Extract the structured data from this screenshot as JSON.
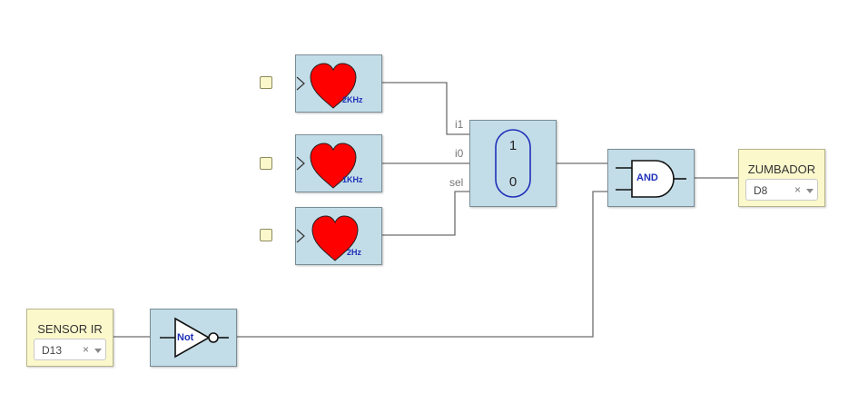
{
  "clock_blocks": [
    {
      "id": "clock-2khz",
      "label": "2KHz"
    },
    {
      "id": "clock-1khz",
      "label": "1KHz"
    },
    {
      "id": "clock-2hz",
      "label": "2Hz"
    }
  ],
  "mux": {
    "ports": {
      "i1": "i1",
      "i0": "i0",
      "sel": "sel"
    },
    "digits": {
      "top": "1",
      "bottom": "0"
    }
  },
  "and_gate": {
    "label": "AND"
  },
  "not_gate": {
    "label": "Not"
  },
  "zumbador": {
    "title": "ZUMBADOR",
    "pin": "D8",
    "clear": "×"
  },
  "sensor_ir": {
    "title": "SENSOR IR",
    "pin": "D13",
    "clear": "×"
  },
  "colors": {
    "block_fill": "#c3dde8",
    "io_fill": "#fbf8cc",
    "wire": "#666666",
    "heart": "#ff0000",
    "label_blue": "#1f2fb8"
  }
}
